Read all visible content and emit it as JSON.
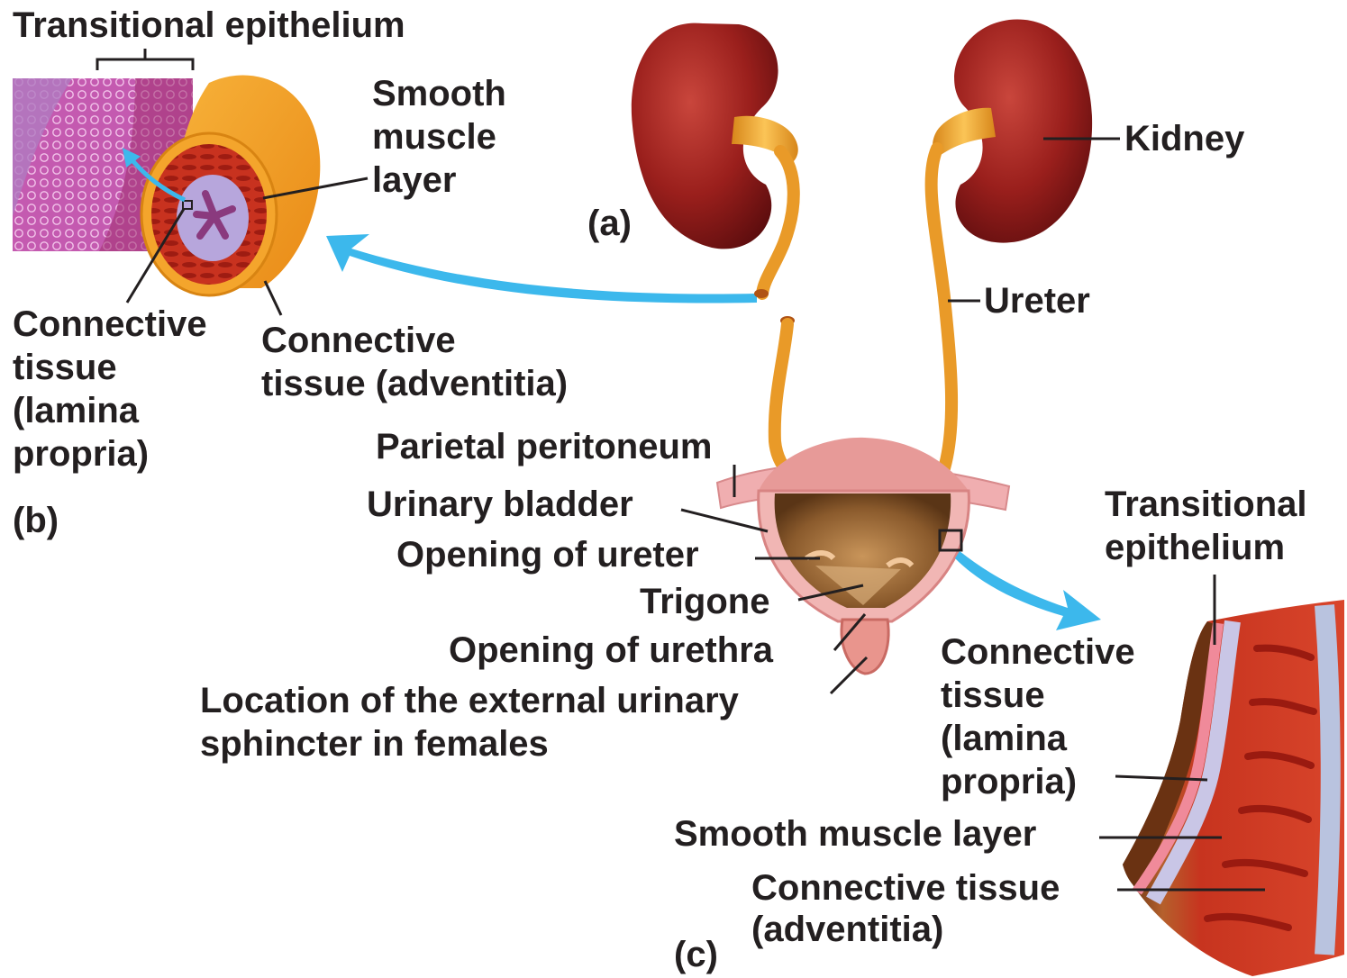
{
  "colors": {
    "kidney": "#8f1a1a",
    "ureter": "#f2a32a",
    "arrow": "#3cb8ec",
    "epithelium": "#b64c9e",
    "muscle": "#c2301e",
    "bladder": "#e9a0a0",
    "label_text": "#231f20",
    "leader_line": "#231f20"
  },
  "panel_b": {
    "transitional_epithelium": "Transitional epithelium",
    "smooth_muscle_1": "Smooth",
    "smooth_muscle_2": "muscle",
    "smooth_muscle_3": "layer",
    "lamina_1": "Connective",
    "lamina_2": "tissue",
    "lamina_3": "(lamina",
    "lamina_4": "propria)",
    "adventitia_1": "Connective",
    "adventitia_2": "tissue (adventitia)",
    "letter": "(b)"
  },
  "panel_a": {
    "letter": "(a)",
    "kidney": "Kidney",
    "ureter": "Ureter",
    "parietal_peritoneum": "Parietal peritoneum",
    "urinary_bladder": "Urinary bladder",
    "opening_of_ureter": "Opening of ureter",
    "trigone": "Trigone",
    "opening_of_urethra": "Opening of urethra",
    "sphincter_1": "Location of the external urinary",
    "sphincter_2": "sphincter in females"
  },
  "panel_c": {
    "transitional_1": "Transitional",
    "transitional_2": "epithelium",
    "lamina_1": "Connective",
    "lamina_2": "tissue",
    "lamina_3": "(lamina",
    "lamina_4": "propria)",
    "smooth_muscle": "Smooth muscle layer",
    "adventitia_1": "Connective tissue",
    "adventitia_2": "(adventitia)",
    "letter": "(c)"
  }
}
